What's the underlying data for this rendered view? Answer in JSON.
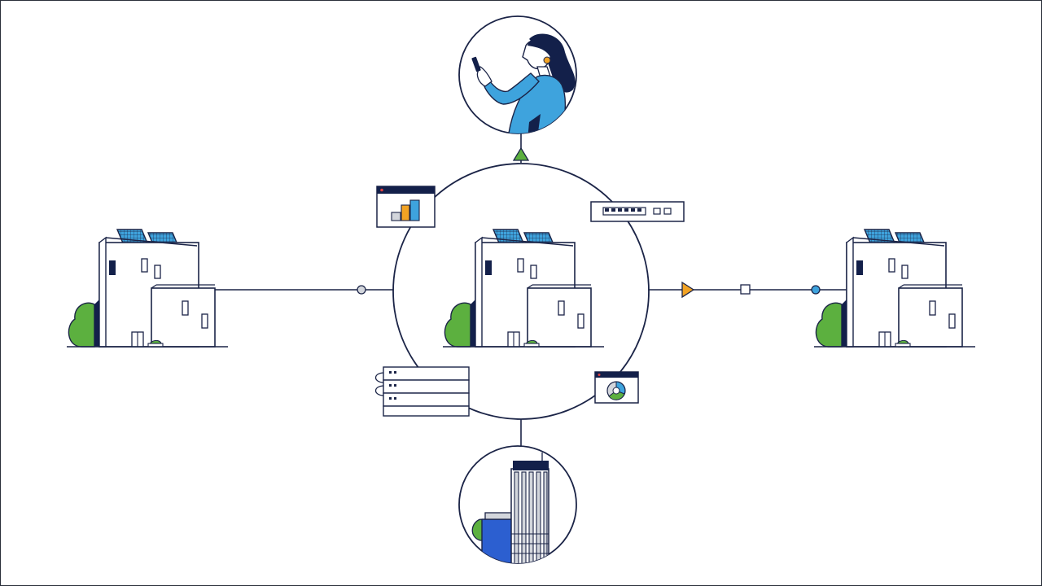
{
  "colors": {
    "ink": "#1b2447",
    "navy": "#13204a",
    "sky": "#3ea3dd",
    "green": "#5cb03f",
    "orange": "#f2a324",
    "grey": "#d3d6dc",
    "royal": "#2c5fd0",
    "bg": "#ffffff"
  },
  "nodes": {
    "hub": {
      "type": "house-with-solar-panels"
    },
    "left": {
      "type": "house-with-solar-panels"
    },
    "right": {
      "type": "house-with-solar-panels"
    },
    "top": {
      "type": "person-with-phone-circle"
    },
    "bottom": {
      "type": "office-tower-circle"
    }
  },
  "orbit_icons": [
    "bar-chart-window-icon",
    "network-switch-icon",
    "server-rack-icon",
    "pie-chart-window-icon"
  ],
  "connector_markers": [
    "grey-dot-marker",
    "orange-triangle-marker",
    "white-square-marker",
    "blue-dot-marker",
    "green-triangle-marker"
  ]
}
